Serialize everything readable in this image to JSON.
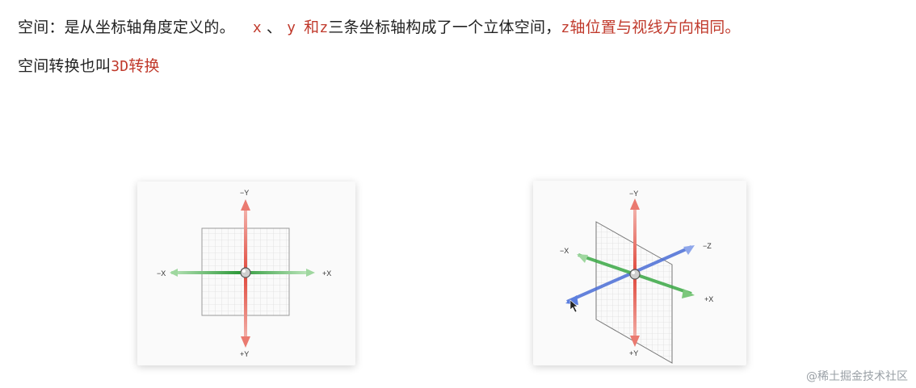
{
  "text": {
    "line1": {
      "prefix": "空间：是从坐标轴角度定义的。",
      "x": "x",
      "sep": "、",
      "y": "y",
      "and": "和",
      "z": "z",
      "middle": "三条坐标轴构成了一个立体空间，",
      "z2": "z",
      "suffix": "轴位置与视线方向相同。"
    },
    "line2": {
      "prefix": "空间转换也叫",
      "threeD": "3D",
      "suffix": "转换"
    }
  },
  "figure2d": {
    "labels": {
      "neg_y": "−Y",
      "pos_y": "+Y",
      "neg_x": "−X",
      "pos_x": "+X"
    }
  },
  "figure3d": {
    "labels": {
      "neg_y": "−Y",
      "pos_y": "+Y",
      "neg_x": "−X",
      "pos_x": "+X",
      "neg_z": "−Z"
    }
  },
  "colors": {
    "text_red": "#c0392b",
    "axis_red": "#e05a4f",
    "axis_green": "#3aa845",
    "axis_blue": "#4a6ed6"
  },
  "watermark": "@稀土掘金技术社区"
}
